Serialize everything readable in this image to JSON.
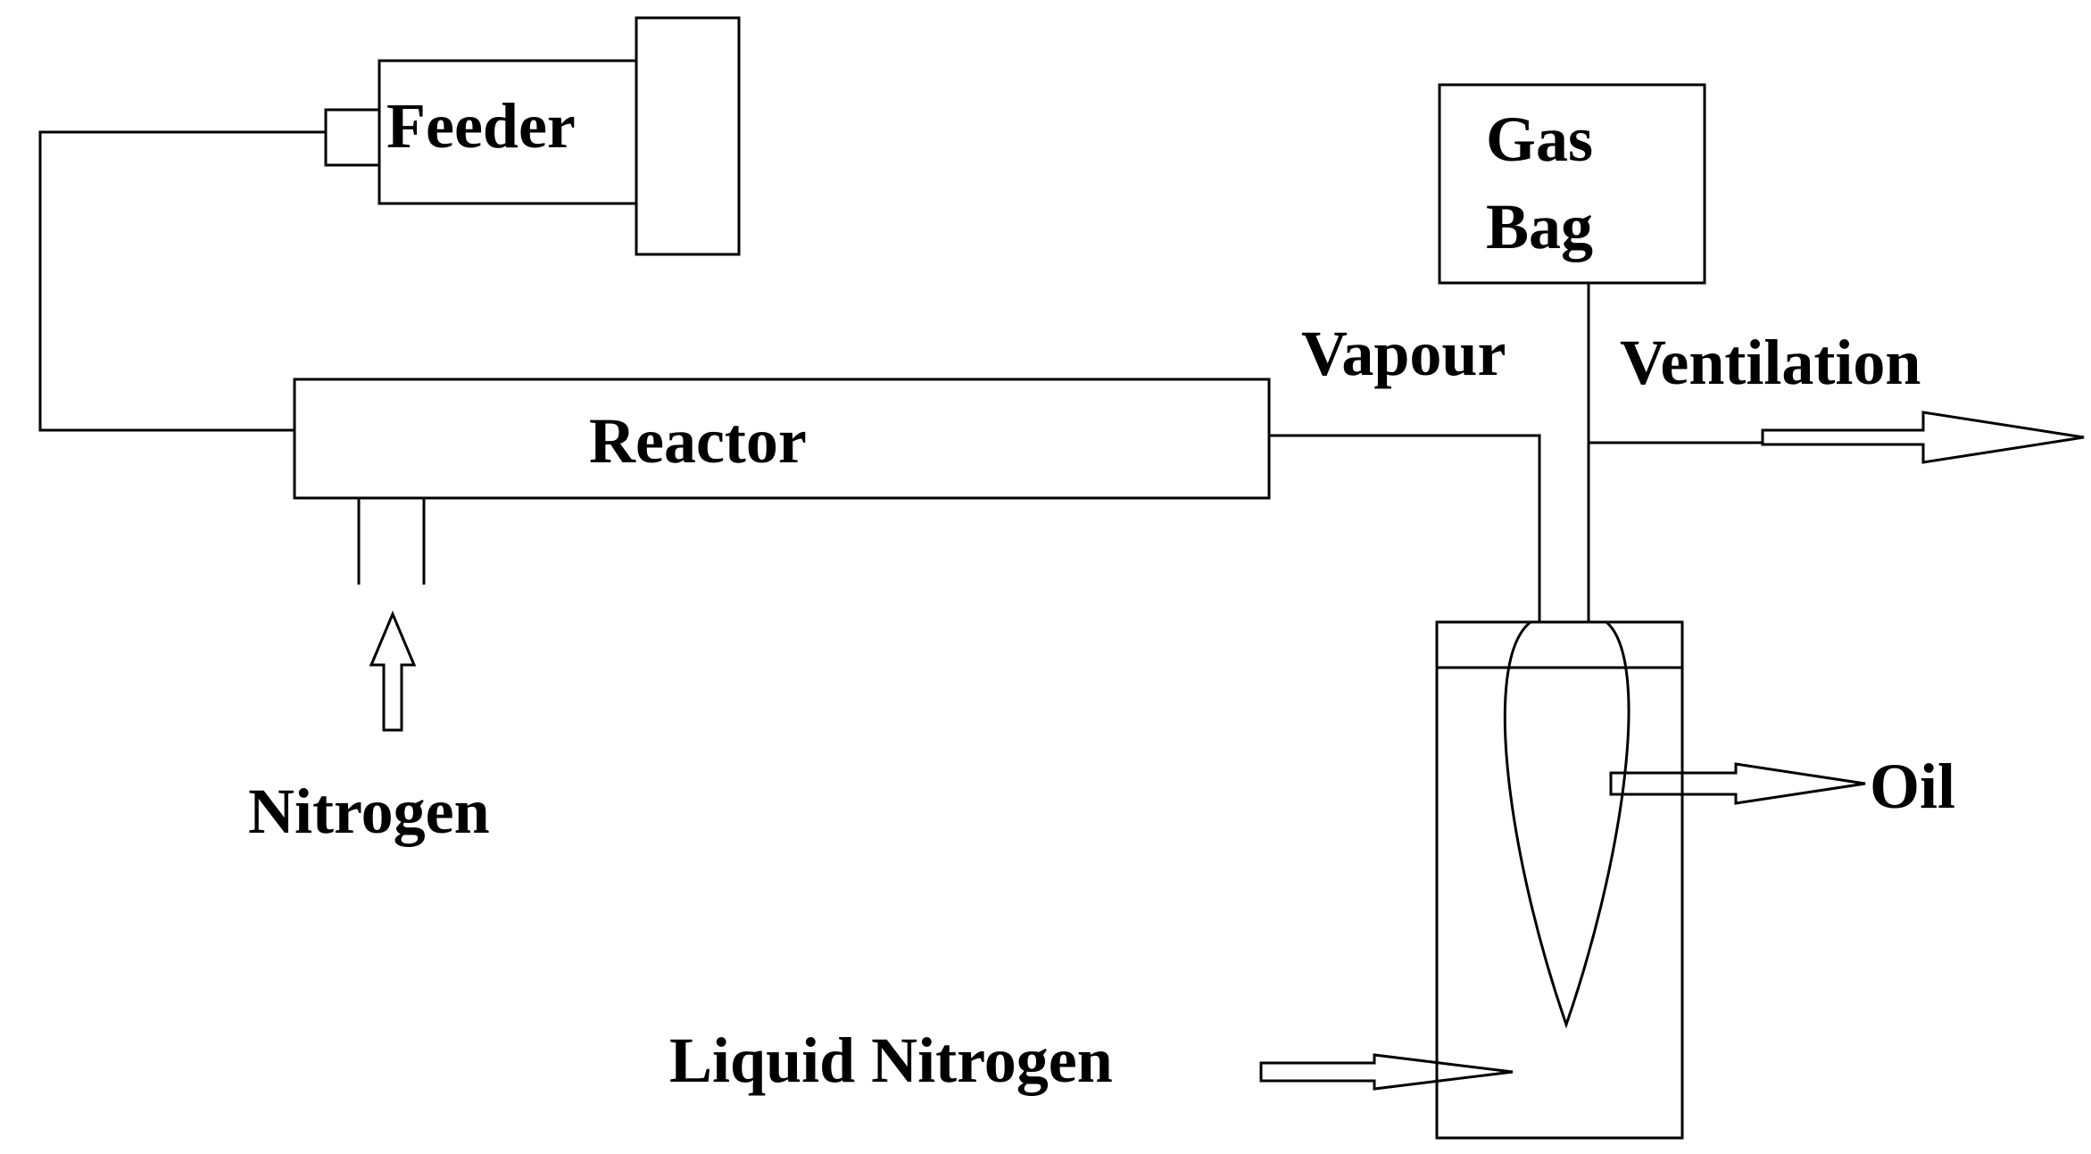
{
  "labels": {
    "feeder": "Feeder",
    "gas_bag_line1": "Gas",
    "gas_bag_line2": "Bag",
    "vapour": "Vapour",
    "ventilation": "Ventilation",
    "reactor": "Reactor",
    "nitrogen": "Nitrogen",
    "oil": "Oil",
    "liquid_nitrogen": "Liquid Nitrogen"
  }
}
